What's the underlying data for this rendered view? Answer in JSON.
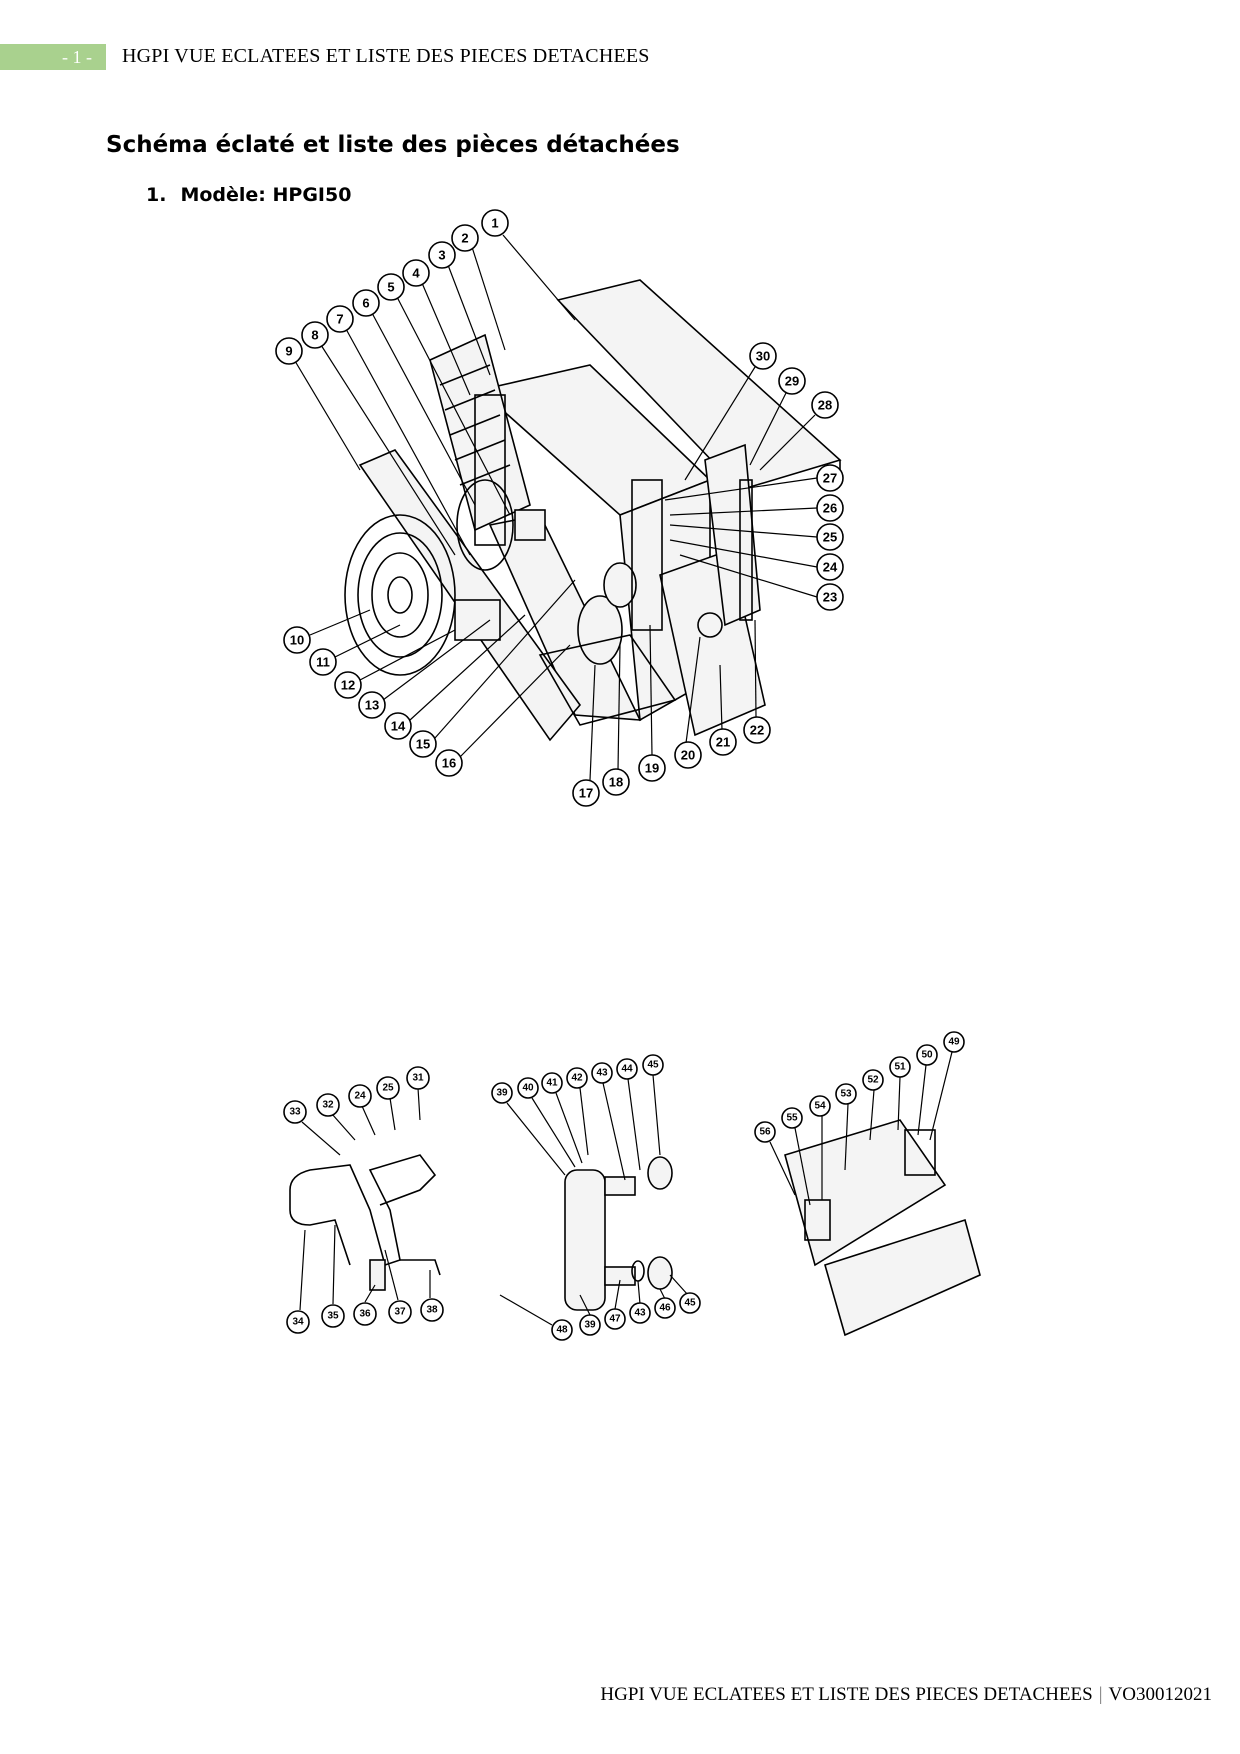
{
  "header": {
    "page_number": "- 1 -",
    "title": "HGPI VUE ECLATEES ET LISTE DES PIECES DETACHEES"
  },
  "section": {
    "title": "Schéma éclaté et liste des pièces détachées",
    "model_number": "1.",
    "model_label": "Modèle: HPGI50"
  },
  "main_diagram": {
    "callouts": [
      "1",
      "2",
      "3",
      "4",
      "5",
      "6",
      "7",
      "8",
      "9",
      "10",
      "11",
      "12",
      "13",
      "14",
      "15",
      "16",
      "17",
      "18",
      "19",
      "20",
      "21",
      "22",
      "23",
      "24",
      "25",
      "26",
      "27",
      "28",
      "29",
      "30"
    ]
  },
  "pipe_assembly": {
    "callouts": [
      "33",
      "32",
      "24",
      "25",
      "31",
      "34",
      "35",
      "36",
      "37",
      "38"
    ]
  },
  "exchanger_assembly": {
    "callouts": [
      "39",
      "40",
      "41",
      "42",
      "43",
      "44",
      "45",
      "48",
      "39",
      "47",
      "43",
      "46",
      "45"
    ]
  },
  "control_box_assembly": {
    "callouts": [
      "56",
      "55",
      "54",
      "53",
      "52",
      "51",
      "50",
      "49"
    ]
  },
  "footer": {
    "title": "HGPI VUE ECLATEES ET LISTE DES PIECES DETACHEES",
    "separator": "|",
    "version": "VO30012021"
  }
}
